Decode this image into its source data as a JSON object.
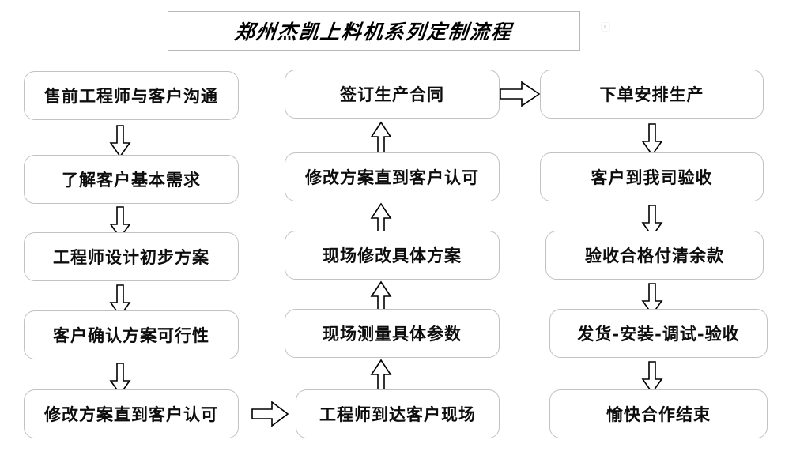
{
  "title": {
    "text": "郑州杰凯上料机系列定制流程"
  },
  "colors": {
    "background": "#ffffff",
    "node_border": "#c2c2c2",
    "title_border": "#b8b8b8",
    "text": "#000000",
    "arrow_stroke": "#000000",
    "arrow_fill": "#ffffff"
  },
  "columns": {
    "left": {
      "name": "pre-sales-column",
      "nodes": [
        {
          "id": "n1",
          "label": "售前工程师与客户沟通"
        },
        {
          "id": "n2",
          "label": "了解客户基本需求"
        },
        {
          "id": "n3",
          "label": "工程师设计初步方案"
        },
        {
          "id": "n4",
          "label": "客户确认方案可行性"
        },
        {
          "id": "n5",
          "label": "修改方案直到客户认可"
        }
      ]
    },
    "middle": {
      "name": "on-site-column",
      "nodes": [
        {
          "id": "m1",
          "label": "签订生产合同"
        },
        {
          "id": "m2",
          "label": "修改方案直到客户认可"
        },
        {
          "id": "m3",
          "label": "现场修改具体方案"
        },
        {
          "id": "m4",
          "label": "现场测量具体参数"
        },
        {
          "id": "m5",
          "label": "工程师到达客户现场"
        }
      ]
    },
    "right": {
      "name": "production-column",
      "nodes": [
        {
          "id": "r1",
          "label": "下单安排生产"
        },
        {
          "id": "r2",
          "label": "客户到我司验收"
        },
        {
          "id": "r3",
          "label": "验收合格付清余款"
        },
        {
          "id": "r4",
          "label": "发货-安装-调试-验收"
        },
        {
          "id": "r5",
          "label": "愉快合作结束"
        }
      ]
    }
  },
  "connectors": [
    {
      "id": "a-l1",
      "direction": "down",
      "from": "n1",
      "to": "n2"
    },
    {
      "id": "a-l2",
      "direction": "down",
      "from": "n2",
      "to": "n3"
    },
    {
      "id": "a-l3",
      "direction": "down",
      "from": "n3",
      "to": "n4"
    },
    {
      "id": "a-l4",
      "direction": "down",
      "from": "n4",
      "to": "n5"
    },
    {
      "id": "a-lr",
      "direction": "right",
      "from": "n5",
      "to": "m5"
    },
    {
      "id": "a-m1",
      "direction": "up",
      "from": "m5",
      "to": "m4"
    },
    {
      "id": "a-m2",
      "direction": "up",
      "from": "m4",
      "to": "m3"
    },
    {
      "id": "a-m3",
      "direction": "up",
      "from": "m3",
      "to": "m2"
    },
    {
      "id": "a-m4",
      "direction": "up",
      "from": "m2",
      "to": "m1"
    },
    {
      "id": "a-mr",
      "direction": "right",
      "from": "m1",
      "to": "r1"
    },
    {
      "id": "a-r1",
      "direction": "down",
      "from": "r1",
      "to": "r2"
    },
    {
      "id": "a-r2",
      "direction": "down",
      "from": "r2",
      "to": "r3"
    },
    {
      "id": "a-r3",
      "direction": "down",
      "from": "r3",
      "to": "r4"
    },
    {
      "id": "a-r4",
      "direction": "down",
      "from": "r4",
      "to": "r5"
    }
  ]
}
